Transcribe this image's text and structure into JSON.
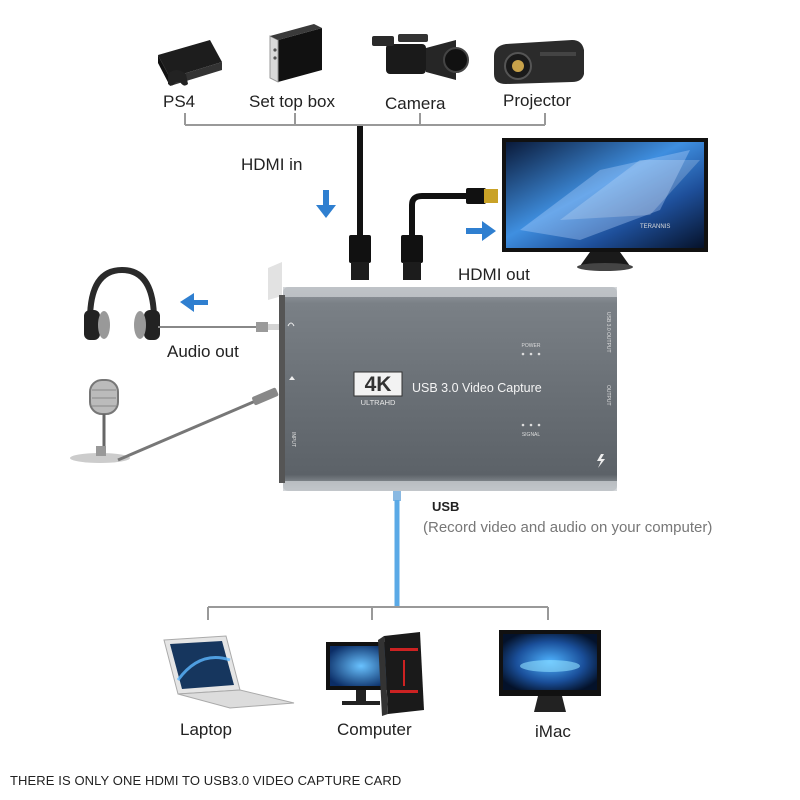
{
  "sources": [
    {
      "name": "ps4",
      "label": "PS4",
      "icon": "game-console-icon"
    },
    {
      "name": "set-top-box",
      "label": "Set top box",
      "icon": "set-top-box-icon"
    },
    {
      "name": "camera",
      "label": "Camera",
      "icon": "video-camera-icon"
    },
    {
      "name": "projector",
      "label": "Projector",
      "icon": "projector-icon"
    }
  ],
  "hdmi_in": "HDMI in",
  "hdmi_out": "HDMI out",
  "audio_out": "Audio out",
  "device": {
    "badge": "4K",
    "badge_sub": "ULTRAHD",
    "title": "USB 3.0 Video Capture",
    "power": "POWER",
    "signal": "SIGNAL",
    "usb_output": "USB 3.0 OUTPUT",
    "output": "OUTPUT",
    "input": "INPUT",
    "color_body": "#6e7378",
    "color_trim": "#c8ccd0"
  },
  "usb": {
    "label": "USB",
    "note": "(Record video and audio on your computer)",
    "cable_color": "#5aa9e6"
  },
  "computers": [
    {
      "name": "laptop",
      "label": "Laptop",
      "icon": "laptop-icon"
    },
    {
      "name": "computer",
      "label": "Computer",
      "icon": "desktop-computer-icon"
    },
    {
      "name": "imac",
      "label": "iMac",
      "icon": "imac-icon"
    }
  ],
  "monitor_brand": "TERANNIS",
  "arrow_color": "#2f7fd0",
  "footer": "THERE IS ONLY ONE HDMI TO USB3.0 VIDEO CAPTURE CARD"
}
